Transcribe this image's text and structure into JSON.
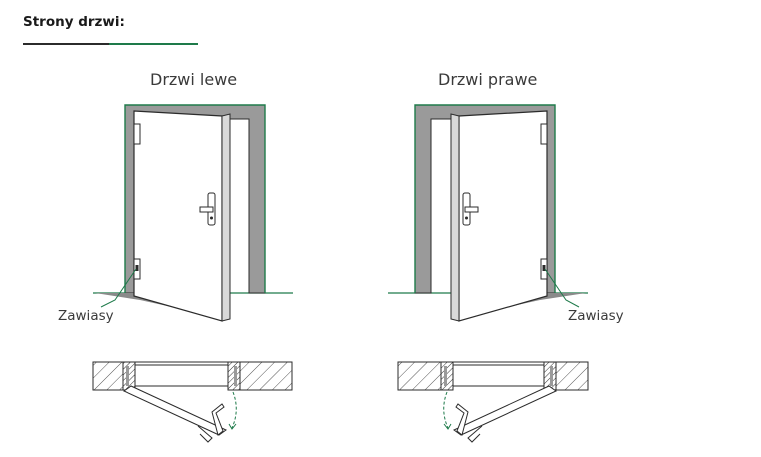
{
  "header": {
    "title": "Strony drzwi:"
  },
  "doors": [
    {
      "side": "left",
      "caption": "Drzwi lewe",
      "hinge_label": "Zawiasy"
    },
    {
      "side": "right",
      "caption": "Drzwi prawe",
      "hinge_label": "Zawiasy"
    }
  ],
  "colors": {
    "accent_green": "#1e7a4a",
    "frame_gray": "#9a9a9a",
    "shadow_gray": "#8a8a8a",
    "line_dark": "#2b2b2b"
  }
}
